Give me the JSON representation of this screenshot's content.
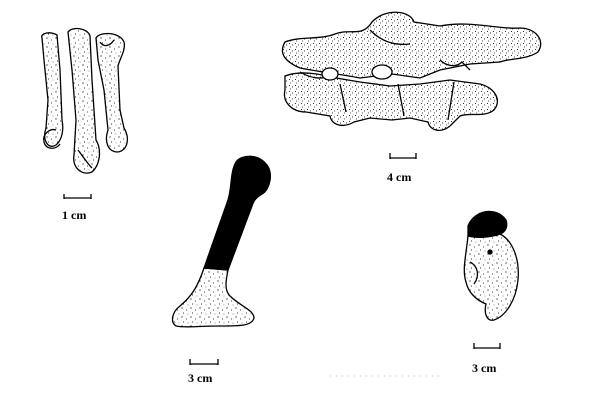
{
  "figure": {
    "scale_bars": [
      {
        "id": "metapodials",
        "label": "1 cm"
      },
      {
        "id": "vertebrae",
        "label": "4 cm"
      },
      {
        "id": "limb-bone",
        "label": "3 cm"
      },
      {
        "id": "small-bone",
        "label": "3 cm"
      }
    ],
    "ink_color": "#000000",
    "background": "#ffffff"
  }
}
